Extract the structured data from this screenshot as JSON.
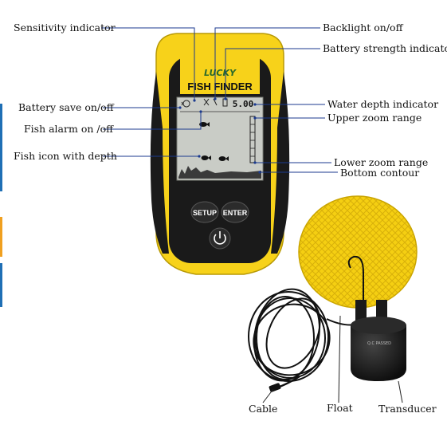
{
  "device": {
    "brand": "LUCKY",
    "model": "FISH FINDER",
    "lcd_depth_value": "5.00",
    "buttons": {
      "setup": "SETUP",
      "enter": "ENTER"
    },
    "transducer_label": "Q.C PASSED"
  },
  "labels": {
    "sensitivity_indicator": "Sensitivity indicator",
    "battery_save": "Battery save on/off",
    "fish_alarm": "Fish alarm on /off",
    "fish_icon_depth": "Fish icon with depth",
    "backlight": "Backlight on/off",
    "battery_strength": "Battery strength indicator",
    "water_depth": "Water depth indicator",
    "upper_zoom": "Upper zoom range",
    "lower_zoom": "Lower zoom range",
    "bottom_contour": "Bottom contour",
    "cable": "Cable",
    "float": "Float",
    "transducer": "Transducer"
  },
  "colors": {
    "body_yellow": "#f7d21a",
    "body_black": "#1a1a1a",
    "lcd": "#c9ccc6",
    "leader_line": "#1b3a8f"
  }
}
